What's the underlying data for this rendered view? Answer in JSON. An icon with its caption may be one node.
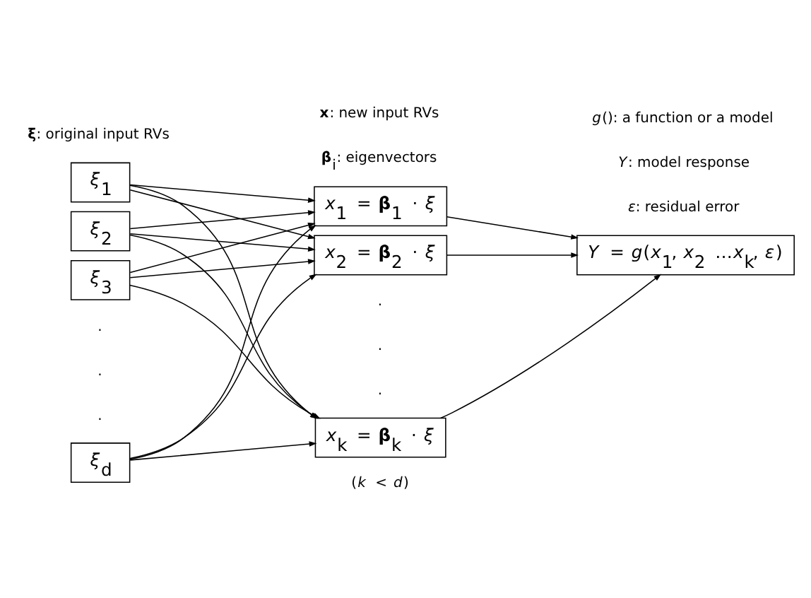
{
  "diagram": {
    "nodes": [
      {
        "text": [
          "*ξ*$_{1}$"
        ]
      },
      {
        "text": [
          "*ξ*$_{2}$"
        ]
      },
      {
        "text": [
          "*ξ*$_{3}$"
        ]
      },
      {
        "text": [
          "*ξ*$_{d}$"
        ]
      },
      {
        "text": [
          "*x*$_{1}$ = **β**$_{1}$ · *ξ*"
        ]
      },
      {
        "text": [
          "*x*$_{2}$ = **β**$_{2}$ · *ξ*"
        ]
      },
      {
        "text": [
          "*x*$_{k}$ = **β**$_{k}$ · *ξ*"
        ]
      },
      {
        "text": [
          "*Y* = *g*(*x*$_{1}$, *x*$_{2}$ …*x*$_{k}$, *ε*)"
        ]
      }
    ],
    "edges": [
      {
        "from": 0,
        "to": 4,
        "arrow": "to"
      },
      {
        "from": 0,
        "to": 5,
        "arrow": "to"
      },
      {
        "from": 0,
        "to": 6,
        "arrow": "to"
      },
      {
        "from": 1,
        "to": 4,
        "arrow": "to"
      },
      {
        "from": 1,
        "to": 5,
        "arrow": "to"
      },
      {
        "from": 1,
        "to": 6,
        "arrow": "to"
      },
      {
        "from": 2,
        "to": 4,
        "arrow": "to"
      },
      {
        "from": 2,
        "to": 5,
        "arrow": "to"
      },
      {
        "from": 2,
        "to": 6,
        "arrow": "to"
      },
      {
        "from": 3,
        "to": 4,
        "arrow": "to"
      },
      {
        "from": 3,
        "to": 5,
        "arrow": "to"
      },
      {
        "from": 3,
        "to": 6,
        "arrow": "to"
      },
      {
        "from": 4,
        "to": 7,
        "arrow": "to"
      },
      {
        "from": 5,
        "to": 7,
        "arrow": "to"
      },
      {
        "from": 6,
        "to": 7,
        "arrow": "to"
      }
    ],
    "labels": [
      "**ξ**: original input RVs",
      "**x**: new input RVs",
      "**β**$_{i}$: eigenvectors",
      "*g*(): a function or a model",
      "*Y*: model response",
      "*ε*: residual error",
      ".",
      ".",
      ".",
      ".",
      ".",
      ".",
      "(*k* < *d*)"
    ]
  }
}
